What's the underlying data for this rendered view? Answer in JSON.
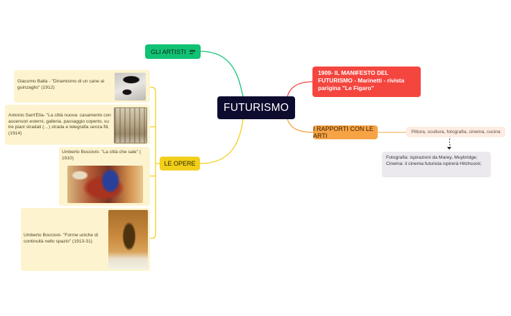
{
  "central": {
    "label": "FUTURISMO",
    "color": "#0d0b2e"
  },
  "branches": {
    "artisti": {
      "label": "GLI ARTISTI",
      "color": "#10c274",
      "icon": "notes-icon"
    },
    "opere": {
      "label": "LE OPERE",
      "color": "#f2cf19",
      "items": [
        {
          "text": "Giacomo Balla - \"Dinamismo di un cane al guinzaglio\"  (1912)",
          "image": "dog-on-leash-painting"
        },
        {
          "text": "Antonio Sant'Elia- \"La città nuova: casamento con ascensori esterni, galleria, passaggio coperto, su tre piani stradali (…) strada e telegrafia senza fili, (1914)",
          "image": "citta-nuova-drawing"
        },
        {
          "text": "Umberto Boccioni-  \"La città che sale\" ( 1910)",
          "image": "citta-che-sale-painting"
        },
        {
          "text": "Umberto Boccioni- \"Forme uniche di continuità nello spazio\" (1913-31)",
          "image": "forme-uniche-sculpture"
        }
      ]
    },
    "manifesto": {
      "label": "1909- IL MANIFESTO DEL FUTURISMO - Marinetti - rivista parigina \"Le Figaro\"",
      "color": "#f4463f"
    },
    "rapporti": {
      "label": "I RAPPORTI CON LE ARTI",
      "color": "#f6a346",
      "child": {
        "label": "Pittura, scultura, fotografia, cinema, cucina"
      },
      "note": {
        "text": "Fotografia: ispirazioni da Marey, Muybridge; Cinema: il cinema futurista ispirerà Hitchcock;"
      }
    }
  }
}
